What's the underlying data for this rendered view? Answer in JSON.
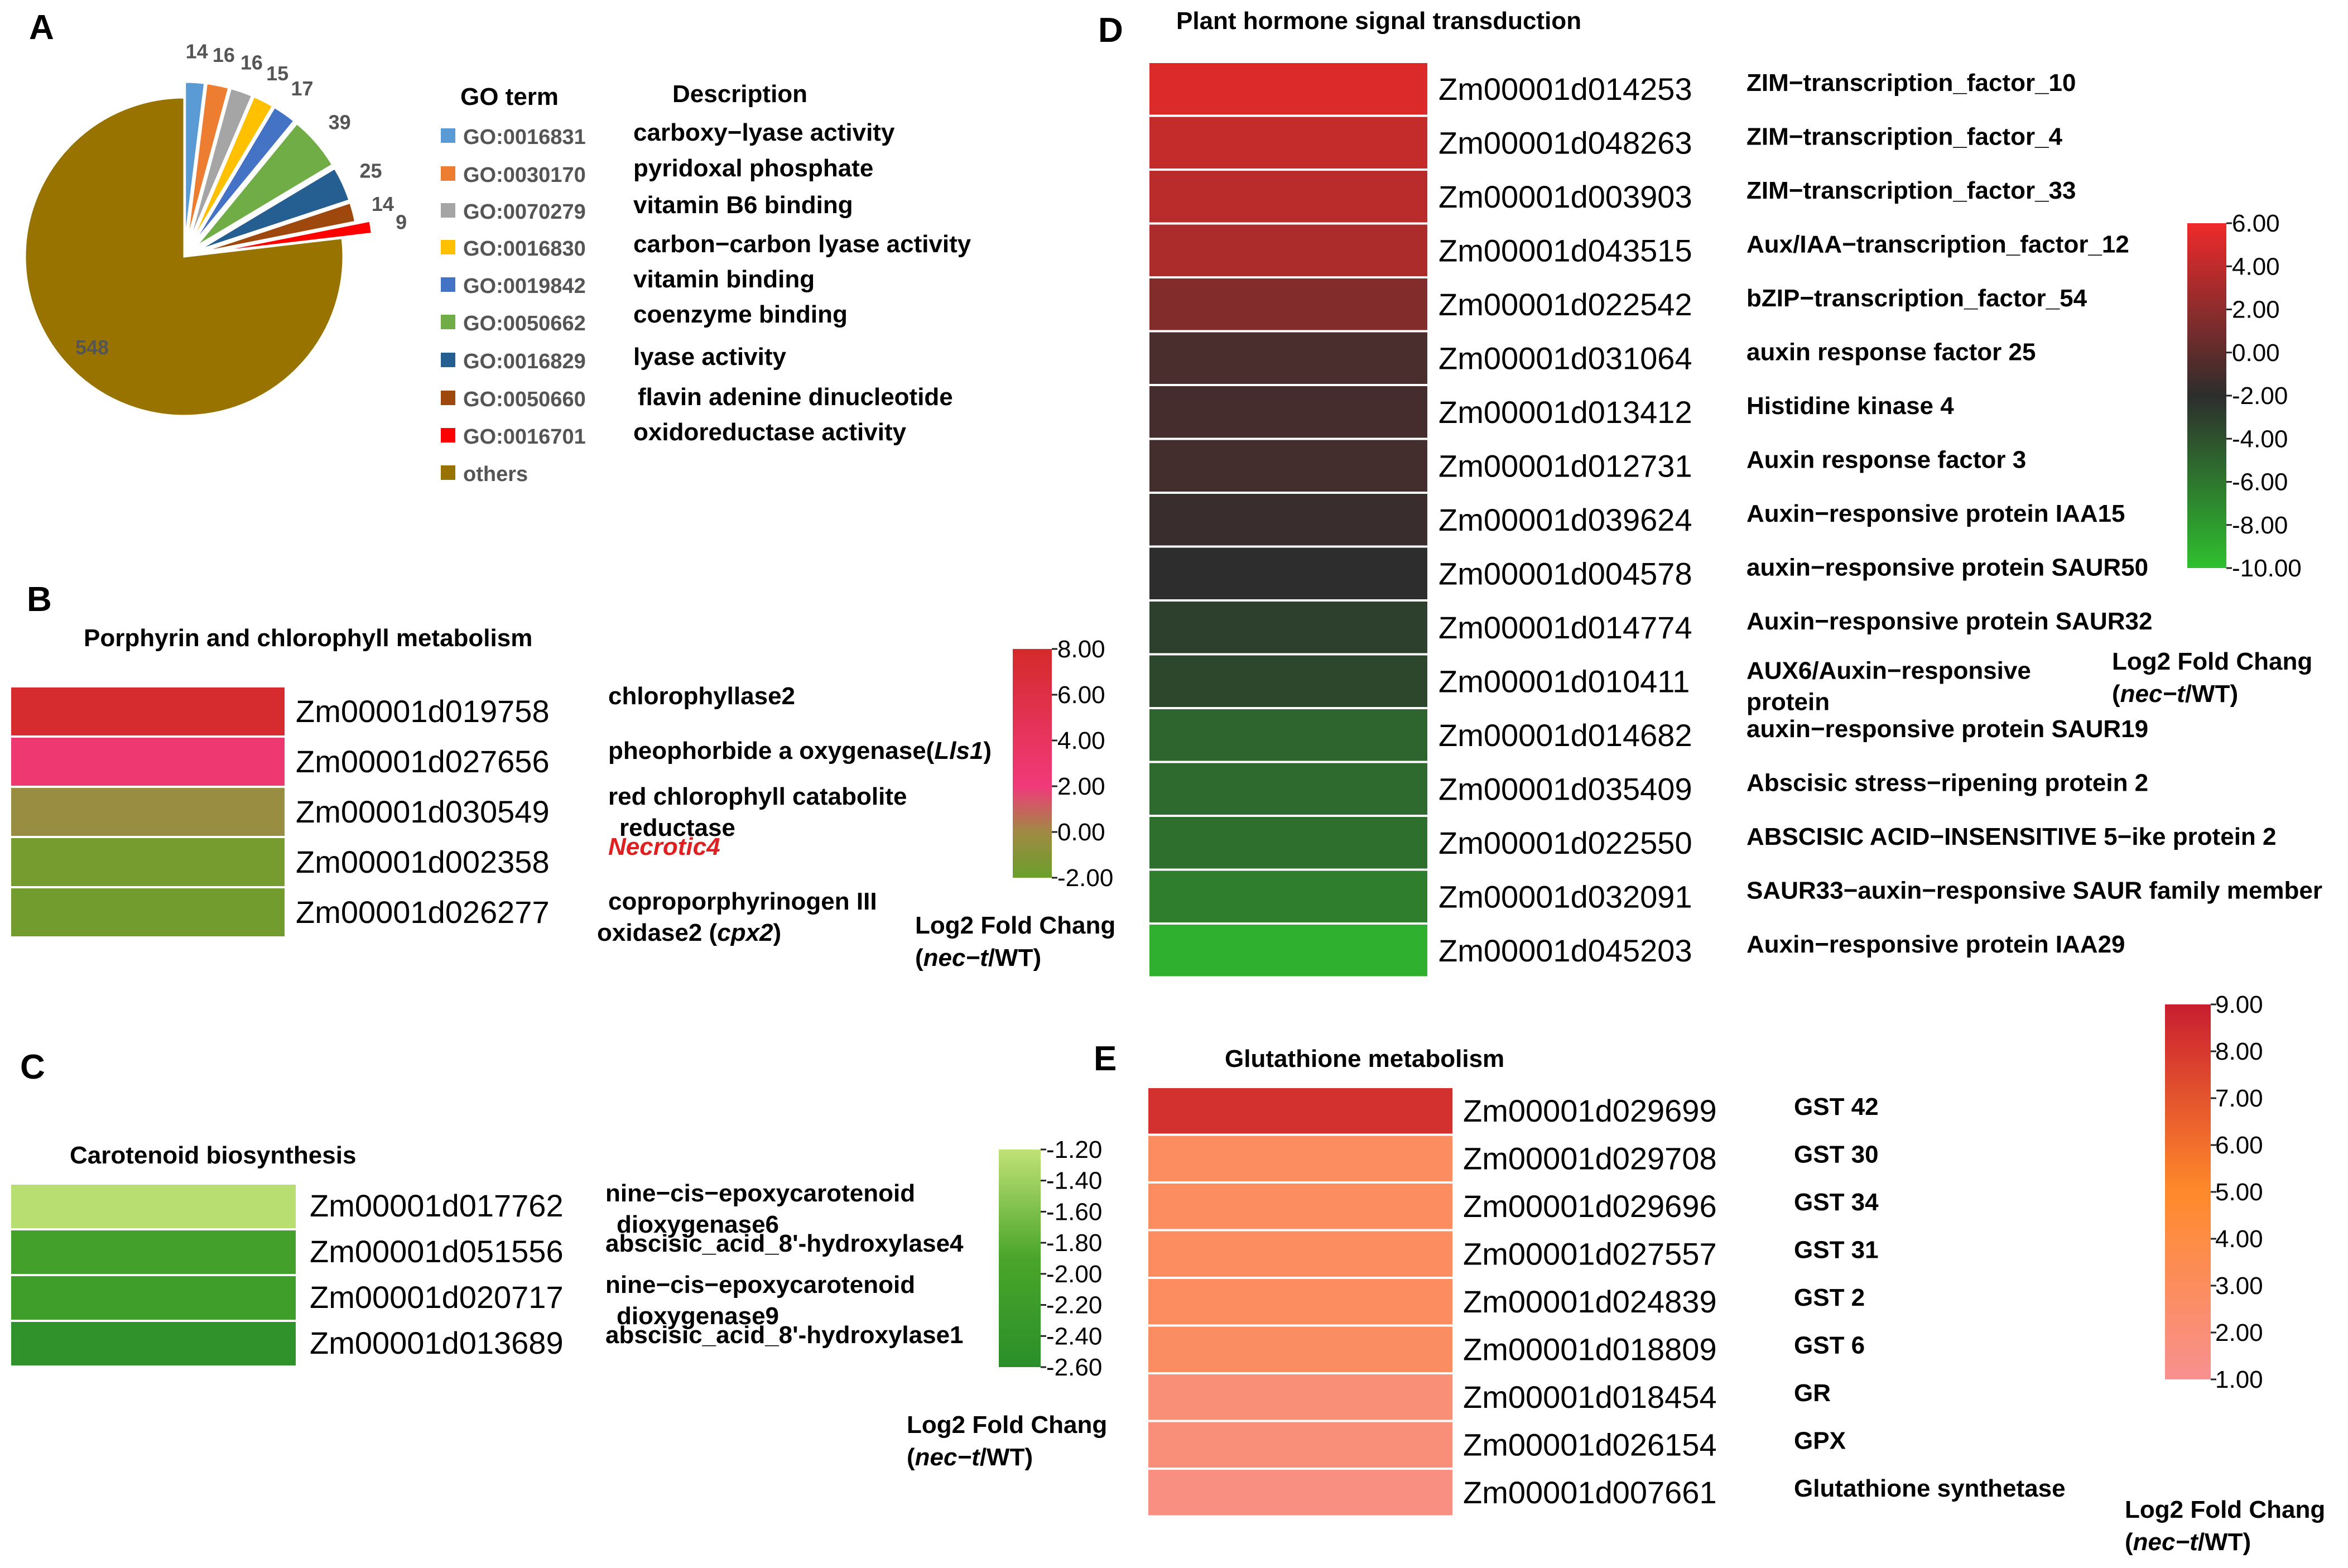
{
  "chart_data": [
    {
      "type": "pie",
      "panel_label": "A",
      "legend_header_term": "GO term",
      "legend_header_desc": "Description",
      "slices": [
        {
          "term": "GO:0016831",
          "description": "carboxy−lyase activity",
          "value": 14,
          "color": "#5b9bd5"
        },
        {
          "term": "GO:0030170",
          "description": "pyridoxal phosphate",
          "value": 16,
          "color": "#ed7d31"
        },
        {
          "term": "GO:0070279",
          "description": "vitamin B6 binding",
          "value": 16,
          "color": "#a5a5a5"
        },
        {
          "term": "GO:0016830",
          "description": "carbon−carbon lyase activity",
          "value": 15,
          "color": "#ffc000"
        },
        {
          "term": "GO:0019842",
          "description": "vitamin binding",
          "value": 17,
          "color": "#4472c4"
        },
        {
          "term": "GO:0050662",
          "description": "coenzyme binding",
          "value": 39,
          "color": "#70ad47"
        },
        {
          "term": "GO:0016829",
          "description": "lyase activity",
          "value": 25,
          "color": "#255e91"
        },
        {
          "term": "GO:0050660",
          "description": "flavin adenine dinucleotide",
          "value": 14,
          "color": "#9e480e"
        },
        {
          "term": "GO:0016701",
          "description": "oxidoreductase activity",
          "value": 9,
          "color": "#ff0000"
        },
        {
          "term": "others",
          "description": "",
          "value": 548,
          "color": "#997300"
        }
      ]
    },
    {
      "type": "heatmap",
      "panel_label": "B",
      "title": "Porphyrin and chlorophyll metabolism",
      "legend_title": "Log2 Fold Chang",
      "legend_sub_italic": "nec−t",
      "legend_sub_rest": "/WT)",
      "legend_sub_open": "(",
      "scale_min": -2.0,
      "scale_max": 8.0,
      "scale_ticks": [
        "8.00",
        "6.00",
        "4.00",
        "2.00",
        "0.00",
        "-2.00"
      ],
      "rows": [
        {
          "gene": "Zm00001d019758",
          "desc": "chlorophyllase2",
          "value": 7.6
        },
        {
          "gene": "Zm00001d027656",
          "desc": "pheophorbide a oxygenase(",
          "desc_italic": "Lls1",
          "desc_after": ")",
          "value": 2.6
        },
        {
          "gene": "Zm00001d030549",
          "desc": "red chlorophyll catabolite",
          "desc2": "reductase",
          "value": -0.3
        },
        {
          "gene": "Zm00001d002358",
          "desc": "",
          "desc_italic_red": "Necrotic4",
          "value": -1.6
        },
        {
          "gene": "Zm00001d026277",
          "desc": "coproporphyrinogen III",
          "desc2": "oxidase2 (",
          "desc2_italic": "cpx2",
          "desc2_after": ")",
          "value": -1.7
        }
      ]
    },
    {
      "type": "heatmap",
      "panel_label": "C",
      "title": "Carotenoid biosynthesis",
      "legend_title": "Log2 Fold Chang",
      "legend_sub_italic": "nec−t",
      "legend_sub_rest": "/WT)",
      "legend_sub_open": "(",
      "scale_min": -2.6,
      "scale_max": -1.2,
      "scale_ticks": [
        "-1.20",
        "-1.40",
        "-1.60",
        "-1.80",
        "-2.00",
        "-2.20",
        "-2.40",
        "-2.60"
      ],
      "rows": [
        {
          "gene": "Zm00001d017762",
          "desc": "nine−cis−epoxycarotenoid",
          "desc2": "dioxygenase6",
          "value": -1.25
        },
        {
          "gene": "Zm00001d051556",
          "desc": "abscisic_acid_8'-hydroxylase4",
          "value": -2.05
        },
        {
          "gene": "Zm00001d020717",
          "desc": "nine−cis−epoxycarotenoid",
          "desc2": "dioxygenase9",
          "value": -2.15
        },
        {
          "gene": "Zm00001d013689",
          "desc": "abscisic_acid_8'-hydroxylase1",
          "value": -2.5
        }
      ]
    },
    {
      "type": "heatmap",
      "panel_label": "D",
      "title": "Plant hormone signal transduction",
      "legend_title": "Log2 Fold Chang",
      "legend_sub_italic": "nec−t",
      "legend_sub_rest": "/WT)",
      "legend_sub_open": "(",
      "scale_min": -10.0,
      "scale_max": 6.0,
      "scale_ticks": [
        "6.00",
        "4.00",
        "2.00",
        "0.00",
        "-2.00",
        "-4.00",
        "-6.00",
        "-8.00",
        "-10.00"
      ],
      "rows": [
        {
          "gene": "Zm00001d014253",
          "desc": "ZIM−transcription_factor_10",
          "value": 5.2
        },
        {
          "gene": "Zm00001d048263",
          "desc": "ZIM−transcription_factor_4",
          "value": 4.2
        },
        {
          "gene": "Zm00001d003903",
          "desc": "ZIM−transcription_factor_33",
          "value": 3.8
        },
        {
          "gene": "Zm00001d043515",
          "desc": "Aux/IAA−transcription_factor_12",
          "value": 3.2
        },
        {
          "gene": "Zm00001d022542",
          "desc": "bZIP−transcription_factor_54",
          "value": 1.5
        },
        {
          "gene": "Zm00001d031064",
          "desc": "auxin response factor 25",
          "value": -0.8
        },
        {
          "gene": "Zm00001d013412",
          "desc": "Histidine kinase 4",
          "value": -1.0
        },
        {
          "gene": "Zm00001d012731",
          "desc": "Auxin response factor 3",
          "value": -1.1
        },
        {
          "gene": "Zm00001d039624",
          "desc": "Auxin−responsive protein IAA15",
          "value": -1.5
        },
        {
          "gene": "Zm00001d004578",
          "desc": "auxin−responsive protein SAUR50",
          "value": -2.0
        },
        {
          "gene": "Zm00001d014774",
          "desc": "Auxin−responsive protein SAUR32",
          "value": -3.0
        },
        {
          "gene": "Zm00001d010411",
          "desc": "AUX6/Auxin−responsive",
          "desc2": "protein",
          "value": -3.4
        },
        {
          "gene": "Zm00001d014682",
          "desc": "auxin−responsive protein SAUR19",
          "value": -5.0
        },
        {
          "gene": "Zm00001d035409",
          "desc": "Abscisic stress−ripening protein 2",
          "value": -5.3
        },
        {
          "gene": "Zm00001d022550",
          "desc": "ABSCISIC ACID−INSENSITIVE 5−ike protein 2",
          "value": -5.6
        },
        {
          "gene": "Zm00001d032091",
          "desc": "SAUR33−auxin−responsive SAUR family member",
          "value": -6.4
        },
        {
          "gene": "Zm00001d045203",
          "desc": "Auxin−responsive protein IAA29",
          "value": -9.2
        }
      ]
    },
    {
      "type": "heatmap",
      "panel_label": "E",
      "title": "Glutathione metabolism",
      "legend_title": "Log2 Fold Chang",
      "legend_sub_italic": "nec−t",
      "legend_sub_rest": "/WT)",
      "legend_sub_open": "(",
      "scale_min": 1.0,
      "scale_max": 9.0,
      "scale_ticks": [
        "9.00",
        "8.00",
        "7.00",
        "6.00",
        "5.00",
        "4.00",
        "3.00",
        "2.00",
        "1.00"
      ],
      "rows": [
        {
          "gene": "Zm00001d029699",
          "desc": "GST 42",
          "value": 8.3
        },
        {
          "gene": "Zm00001d029708",
          "desc": "GST 30",
          "value": 2.9
        },
        {
          "gene": "Zm00001d029696",
          "desc": "GST 34",
          "value": 2.9
        },
        {
          "gene": "Zm00001d027557",
          "desc": "GST 31",
          "value": 2.85
        },
        {
          "gene": "Zm00001d024839",
          "desc": "GST 2",
          "value": 2.85
        },
        {
          "gene": "Zm00001d018809",
          "desc": "GST 6",
          "value": 2.8
        },
        {
          "gene": "Zm00001d018454",
          "desc": "GR",
          "value": 2.0
        },
        {
          "gene": "Zm00001d026154",
          "desc": "GPX",
          "value": 1.9
        },
        {
          "gene": "Zm00001d007661",
          "desc": "Glutathione synthetase",
          "value": 1.6
        }
      ]
    }
  ]
}
